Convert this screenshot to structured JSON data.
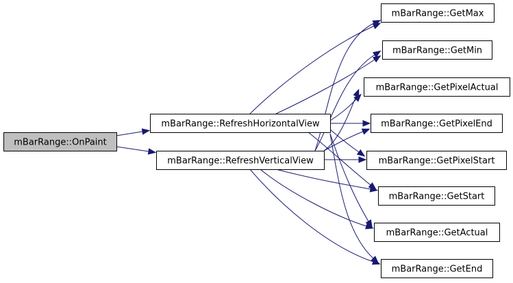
{
  "graph": {
    "nodes": [
      {
        "id": "onpaint",
        "label": "mBarRange::OnPaint",
        "root": true
      },
      {
        "id": "refresh_h",
        "label": "mBarRange::RefreshHorizontalView"
      },
      {
        "id": "refresh_v",
        "label": "mBarRange::RefreshVerticalView"
      },
      {
        "id": "getmax",
        "label": "mBarRange::GetMax"
      },
      {
        "id": "getmin",
        "label": "mBarRange::GetMin"
      },
      {
        "id": "getpixelactual",
        "label": "mBarRange::GetPixelActual"
      },
      {
        "id": "getpixelend",
        "label": "mBarRange::GetPixelEnd"
      },
      {
        "id": "getpixelstart",
        "label": "mBarRange::GetPixelStart"
      },
      {
        "id": "getstart",
        "label": "mBarRange::GetStart"
      },
      {
        "id": "getactual",
        "label": "mBarRange::GetActual"
      },
      {
        "id": "getend",
        "label": "mBarRange::GetEnd"
      }
    ],
    "edges": [
      {
        "from": "onpaint",
        "to": "refresh_h"
      },
      {
        "from": "onpaint",
        "to": "refresh_v"
      },
      {
        "from": "refresh_h",
        "to": "getmax"
      },
      {
        "from": "refresh_h",
        "to": "getmin"
      },
      {
        "from": "refresh_h",
        "to": "getpixelactual"
      },
      {
        "from": "refresh_h",
        "to": "getpixelend"
      },
      {
        "from": "refresh_h",
        "to": "getpixelstart"
      },
      {
        "from": "refresh_h",
        "to": "getstart"
      },
      {
        "from": "refresh_h",
        "to": "getactual"
      },
      {
        "from": "refresh_h",
        "to": "getend"
      },
      {
        "from": "refresh_v",
        "to": "getmax"
      },
      {
        "from": "refresh_v",
        "to": "getmin"
      },
      {
        "from": "refresh_v",
        "to": "getpixelactual"
      },
      {
        "from": "refresh_v",
        "to": "getpixelend"
      },
      {
        "from": "refresh_v",
        "to": "getpixelstart"
      },
      {
        "from": "refresh_v",
        "to": "getstart"
      },
      {
        "from": "refresh_v",
        "to": "getactual"
      },
      {
        "from": "refresh_v",
        "to": "getend"
      }
    ],
    "colors": {
      "edge": "#191970",
      "root_fill": "#bfbfbf",
      "node_fill": "#ffffff",
      "node_border": "#000000"
    }
  }
}
